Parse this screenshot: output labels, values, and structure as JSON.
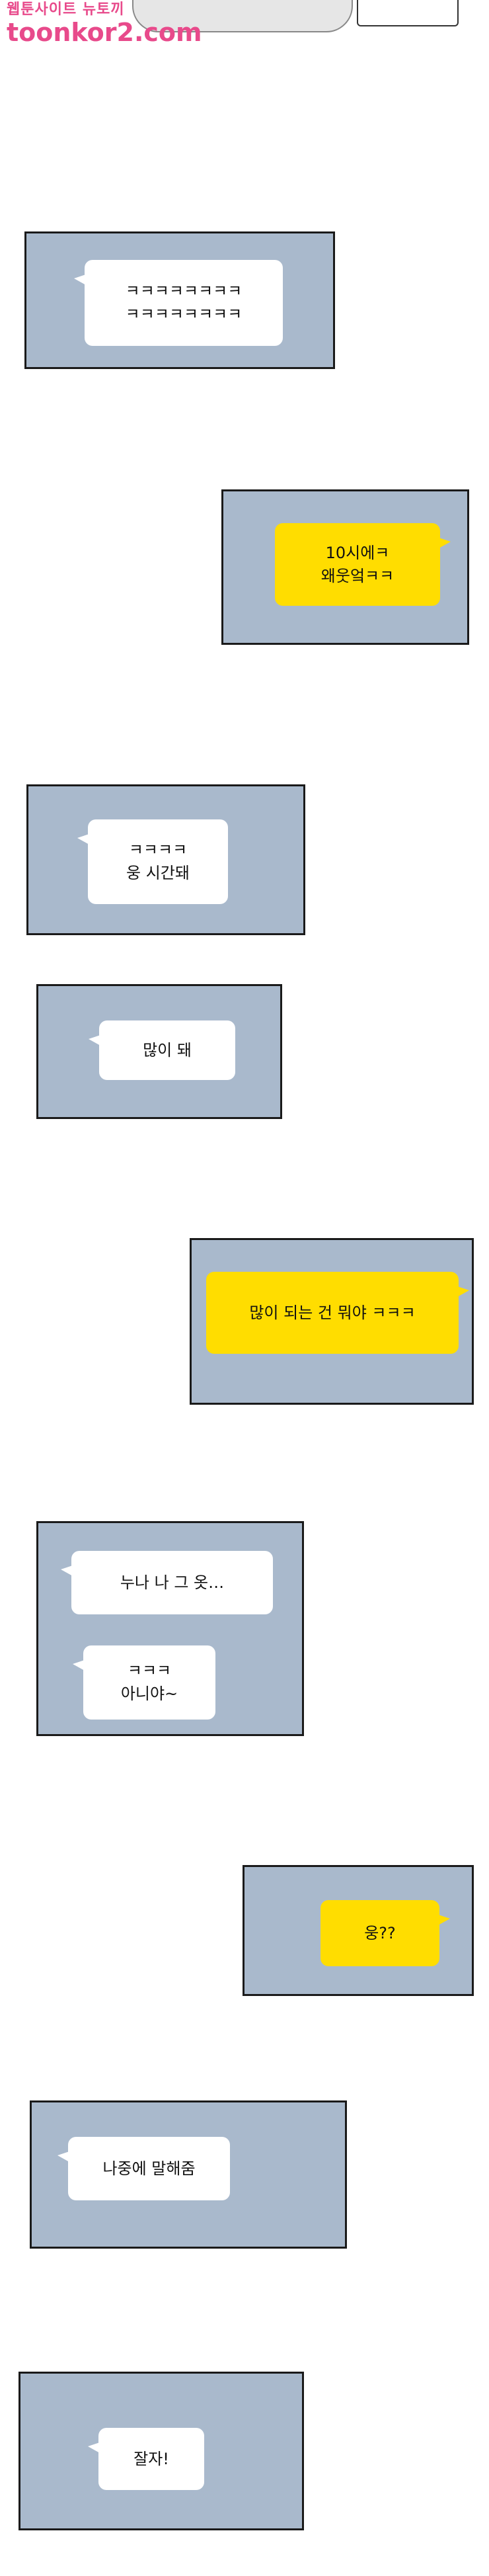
{
  "watermark": {
    "line1": "웹툰사이트 뉴토끼",
    "line2": "toonkor2.com"
  },
  "messages": [
    {
      "side": "left",
      "lines": [
        "ㅋㅋㅋㅋㅋㅋㅋㅋ",
        "ㅋㅋㅋㅋㅋㅋㅋㅋ"
      ]
    },
    {
      "side": "right",
      "lines": [
        "10시에ㅋ",
        "왜웃엌ㅋㅋ"
      ]
    },
    {
      "side": "left",
      "lines": [
        "ㅋㅋㅋㅋ",
        "웅 시간돼"
      ]
    },
    {
      "side": "left",
      "lines": [
        "많이 돼"
      ]
    },
    {
      "side": "right",
      "lines": [
        "많이 되는 건 뭐야 ㅋㅋㅋ"
      ]
    },
    {
      "side": "left",
      "lines": [
        "누나 나 그 옷…"
      ]
    },
    {
      "side": "left",
      "lines": [
        "ㅋㅋㅋ",
        "아니야~"
      ]
    },
    {
      "side": "right",
      "lines": [
        "웅??"
      ]
    },
    {
      "side": "left",
      "lines": [
        "나중에 말해줌"
      ]
    },
    {
      "side": "left",
      "lines": [
        "잘자!"
      ]
    }
  ],
  "colors": {
    "panel_bg": "#a9b9cc",
    "panel_border": "#1a1a1a",
    "bubble_white": "#ffffff",
    "bubble_yellow": "#ffdd00",
    "watermark": "#e84a8b"
  }
}
